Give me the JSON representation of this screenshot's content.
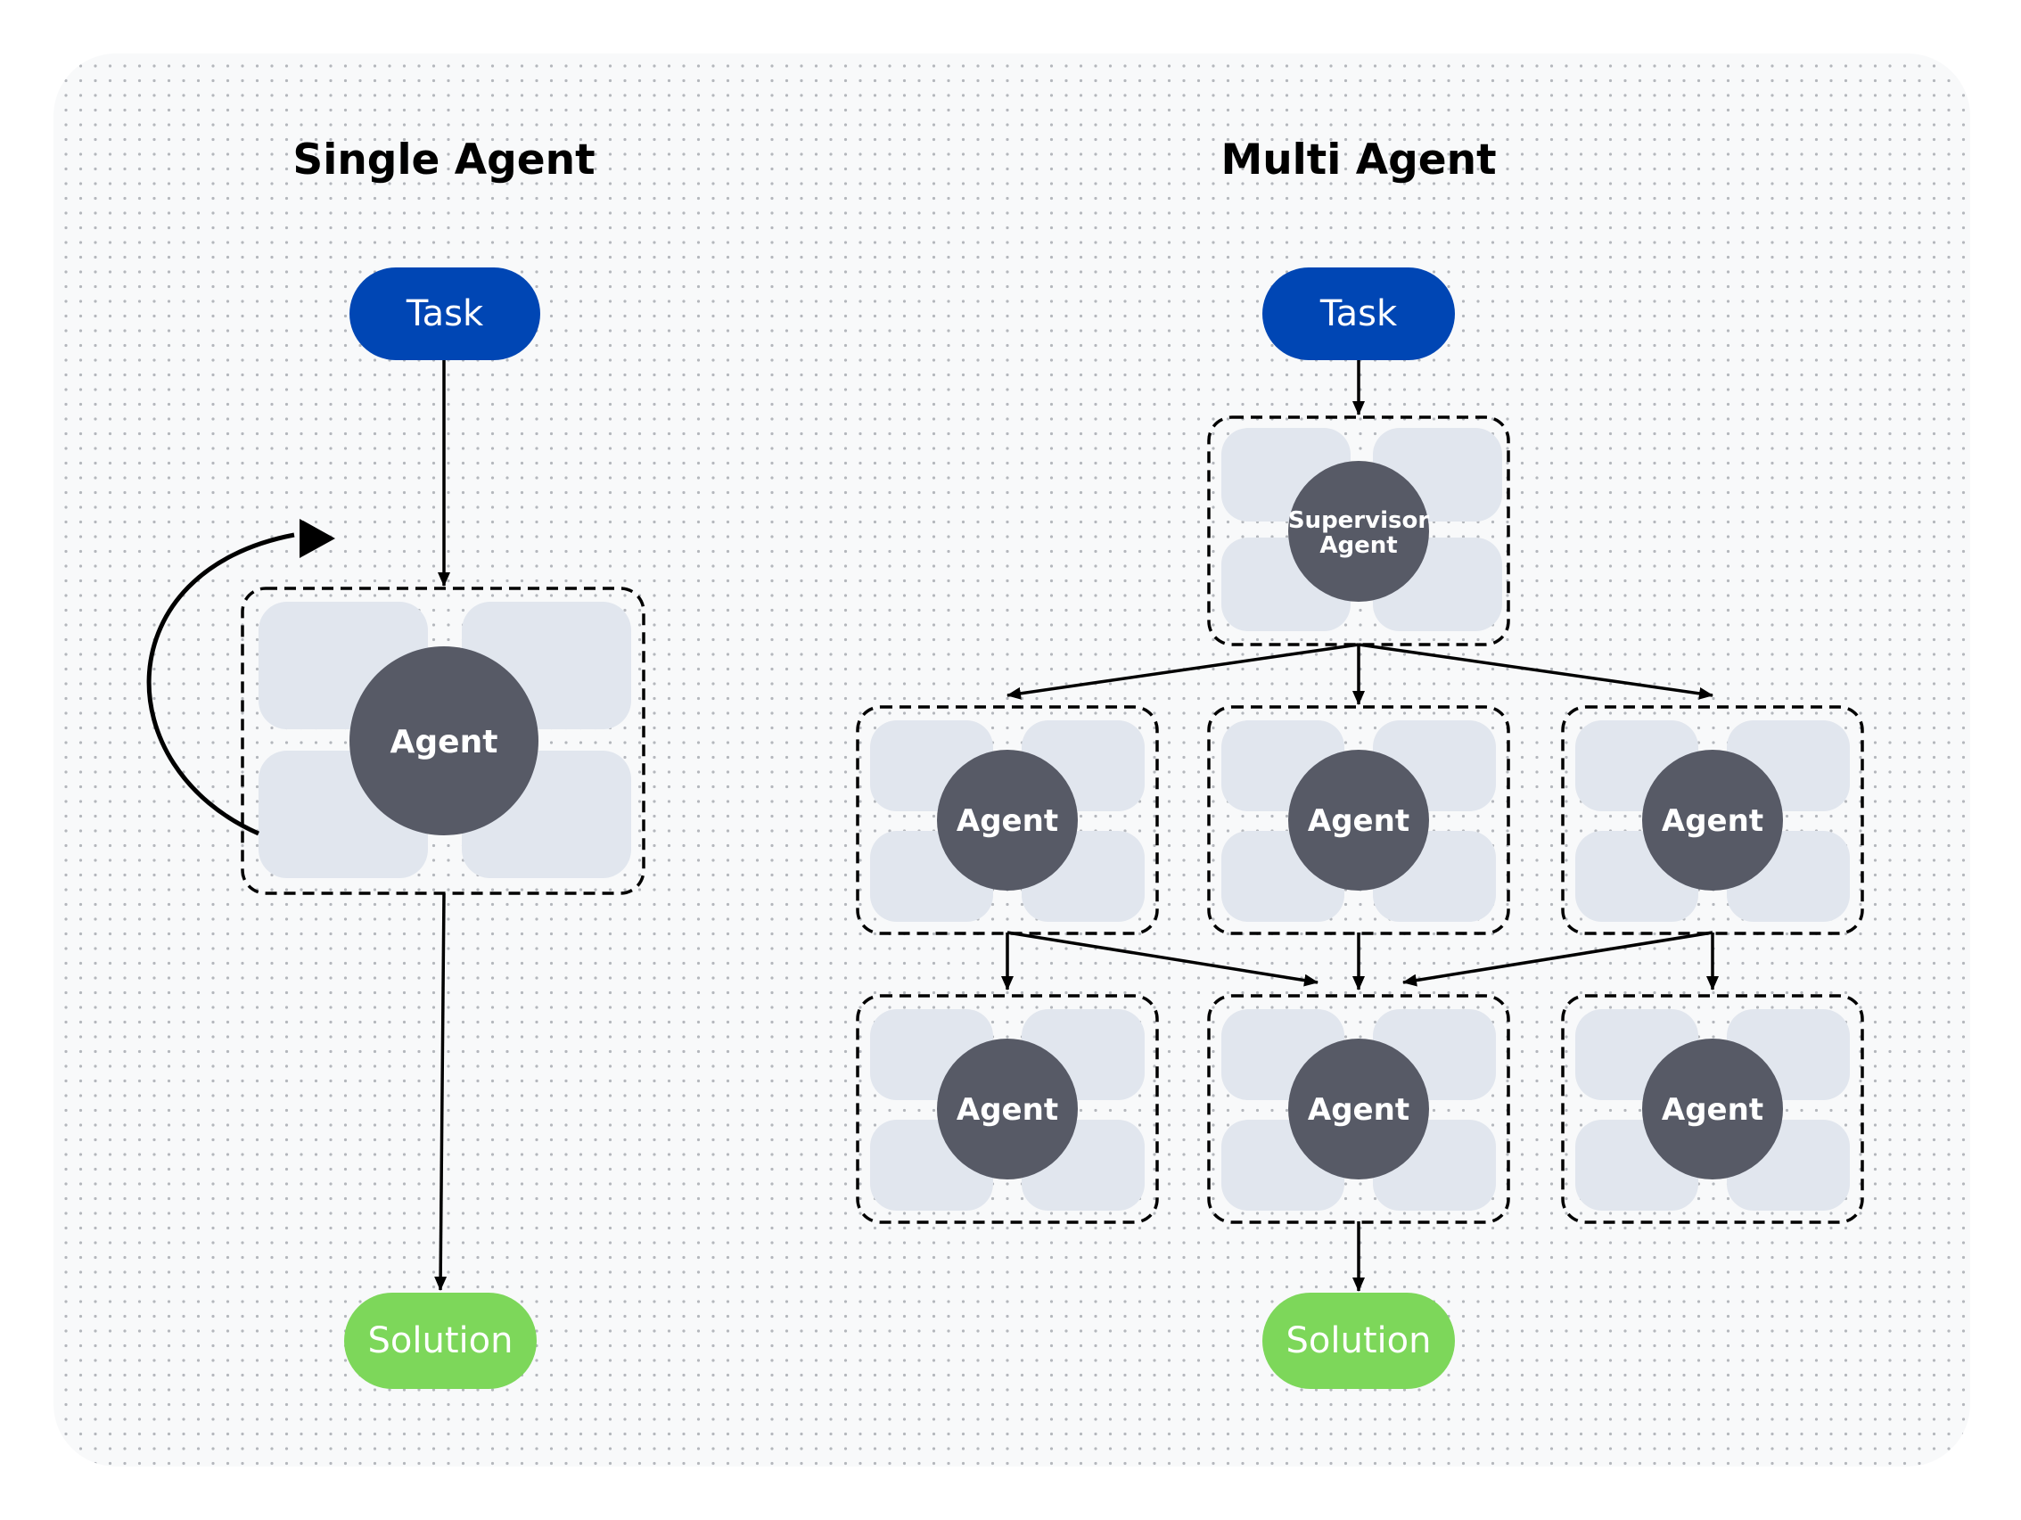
{
  "colors": {
    "panel": "#f8f9fa",
    "dot": "#b4b7bc",
    "task": "#0046b4",
    "solution": "#7dd75a",
    "agent_circle": "#575a66",
    "tile": "#e1e6ee",
    "line": "#000000"
  },
  "single": {
    "title": "Single Agent",
    "task_label": "Task",
    "agent_label": "Agent",
    "solution_label": "Solution"
  },
  "multi": {
    "title": "Multi Agent",
    "task_label": "Task",
    "supervisor_label_line1": "Supervisor",
    "supervisor_label_line2": "Agent",
    "agent_labels": [
      "Agent",
      "Agent",
      "Agent",
      "Agent",
      "Agent",
      "Agent"
    ],
    "solution_label": "Solution"
  }
}
